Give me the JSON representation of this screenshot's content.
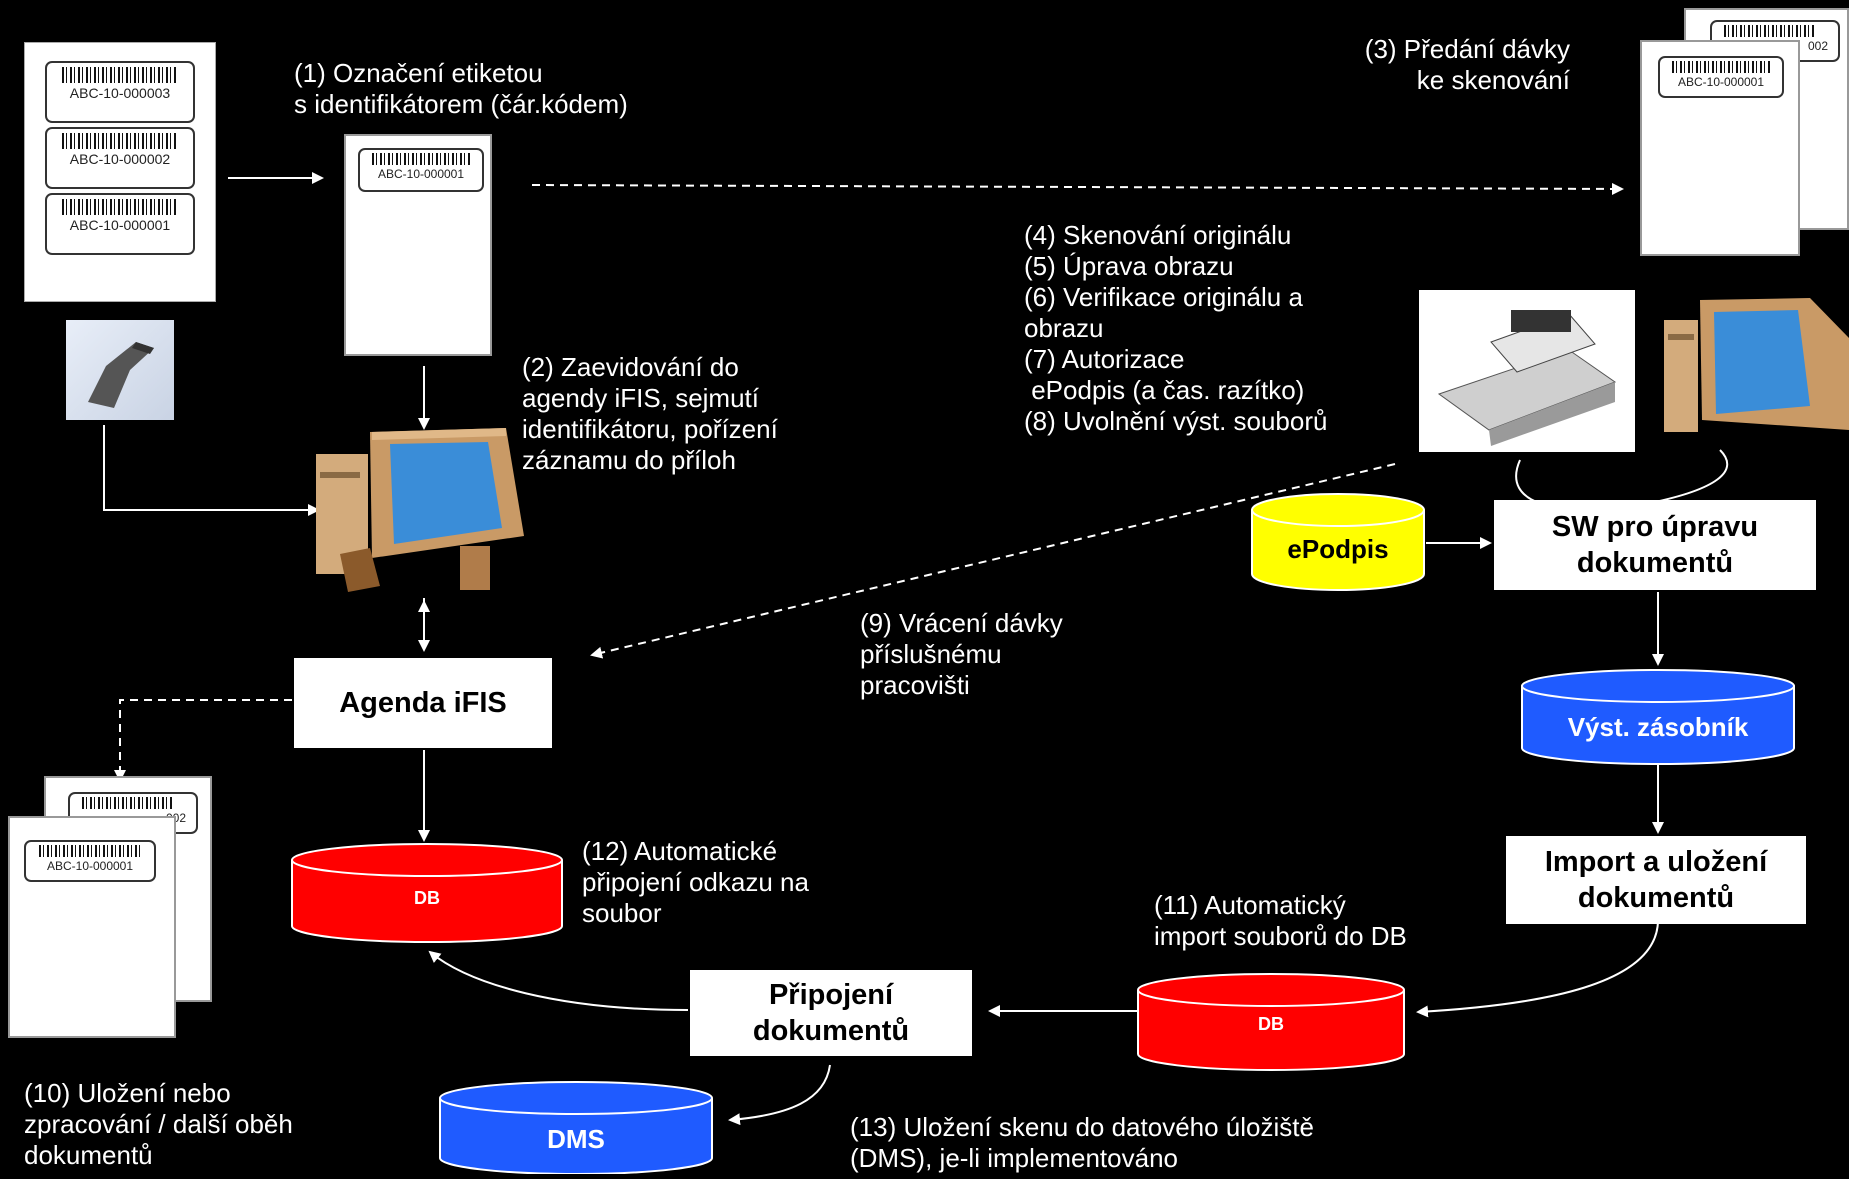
{
  "steps": {
    "s1": [
      "(1) Označení etiketou",
      "s identifikátorem (čár.kódem)"
    ],
    "s2": [
      "(2) Zaevidování do",
      "agendy iFIS, sejmutí",
      "identifikátoru, pořízení",
      "záznamu do příloh"
    ],
    "s3": [
      "(3) Předání dávky",
      "ke skenování"
    ],
    "s4_8": [
      "(4) Skenování originálu",
      "(5) Úprava obrazu",
      "(6) Verifikace originálu a",
      "obrazu",
      "(7) Autorizace",
      " ePodpis (a čas. razítko)",
      "(8) Uvolnění výst. souborů"
    ],
    "s9": [
      "(9) Vrácení dávky",
      "příslušnému",
      "pracovišti"
    ],
    "s10": [
      "(10) Uložení nebo",
      "zpracování / další oběh",
      "dokumentů"
    ],
    "s11": [
      "(11) Automatický",
      "import souborů do DB"
    ],
    "s12": [
      "(12) Automatické",
      "připojení odkazu na",
      "soubor"
    ],
    "s13": [
      "(13) Uložení skenu do datového úložiště",
      "(DMS), je-li implementováno"
    ]
  },
  "boxes": {
    "agenda": "Agenda iFIS",
    "sw": [
      "SW pro úpravu",
      "dokumentů"
    ],
    "import": [
      "Import a uložení",
      "dokumentů"
    ],
    "pripojeni": [
      "Připojení",
      "dokumentů"
    ]
  },
  "cylinders": {
    "epodpis": "ePodpis",
    "vyst": "Výst. zásobník",
    "db_left": "DB",
    "db_right": "DB",
    "dms": "DMS"
  },
  "barcodes": {
    "c1": "ABC-10-000001",
    "c2": "ABC-10-000002",
    "c3": "ABC-10-000003",
    "partial": "002"
  },
  "colors": {
    "background": "#000000",
    "red": "#ff0000",
    "blue": "#1f5bff",
    "yellow": "#ffff00",
    "text": "#ffffff"
  }
}
